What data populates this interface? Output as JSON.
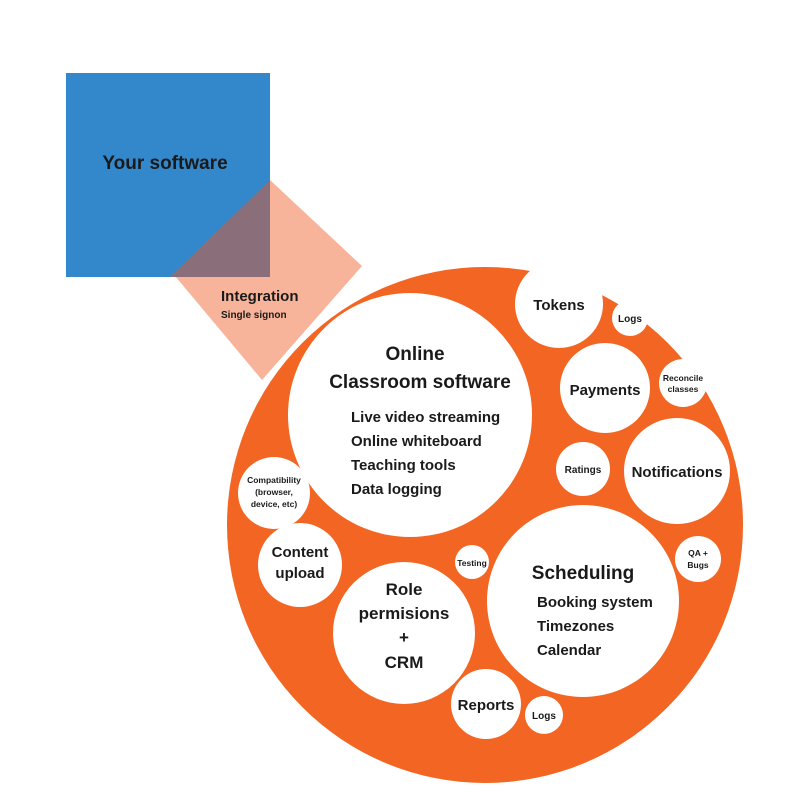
{
  "colors": {
    "software_box": "#3388cc",
    "integration_band": "#f7b49a",
    "overlap": "#8a6f7a",
    "main_circle": "#f26522",
    "bubble": "#ffffff",
    "text": "#1a1a1a",
    "software_text": "#ffffff"
  },
  "software": {
    "label": "Your software"
  },
  "integration": {
    "title": "Integration",
    "subtitle": "Single signon"
  },
  "core": {
    "title_line1": "Online",
    "title_line2": "Classroom software",
    "features": [
      "Live video streaming",
      "Online whiteboard",
      "Teaching tools",
      "Data logging"
    ]
  },
  "scheduling": {
    "title": "Scheduling",
    "features": [
      "Booking system",
      "Timezones",
      "Calendar"
    ]
  },
  "roles": {
    "lines": [
      "Role",
      "permisions",
      "+",
      "CRM"
    ]
  },
  "bubbles": {
    "tokens": "Tokens",
    "logs_top": "Logs",
    "payments": "Payments",
    "reconcile": [
      "Reconcile",
      "classes"
    ],
    "ratings": "Ratings",
    "notifications": "Notifications",
    "qa": [
      "QA +",
      "Bugs"
    ],
    "compat": [
      "Compatibility",
      "(browser,",
      "device, etc)"
    ],
    "content": [
      "Content",
      "upload"
    ],
    "testing": "Testing",
    "reports": "Reports",
    "logs_bottom": "Logs"
  }
}
